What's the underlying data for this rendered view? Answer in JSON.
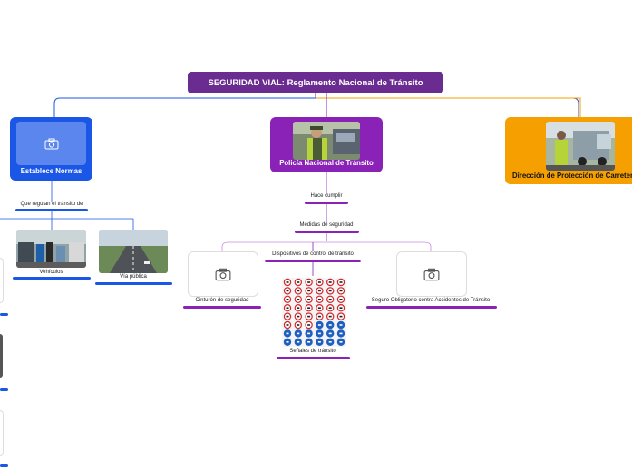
{
  "root": {
    "title": "SEGURIDAD VIAL: Reglamento Nacional de Tránsito"
  },
  "branches": {
    "normas": {
      "label": "Establece Normas",
      "sublabel": "Que regulan el tránsito de",
      "children": [
        {
          "label": "Vehículos"
        },
        {
          "label": "Vía pública"
        }
      ]
    },
    "policia": {
      "label": "Policía Nacional de Tránsito",
      "hace": "Hace cumplir",
      "medidas": "Medidas de seguridad",
      "children": [
        {
          "label": "Cinturón de seguridad"
        },
        {
          "label": "Dispositivos de control de tránsito"
        },
        {
          "label": "Seguro Obligatorio contra Accidentes de Tránsito"
        }
      ],
      "senales": "Señales de tránsito"
    },
    "direccion": {
      "label": "Dirección de Protección de Carreteras"
    }
  },
  "colors": {
    "root": "#6a2c91",
    "blue": "#1b57e6",
    "purple": "#8b22b8",
    "orange": "#f5a000"
  },
  "icons": [
    "camera-icon"
  ]
}
